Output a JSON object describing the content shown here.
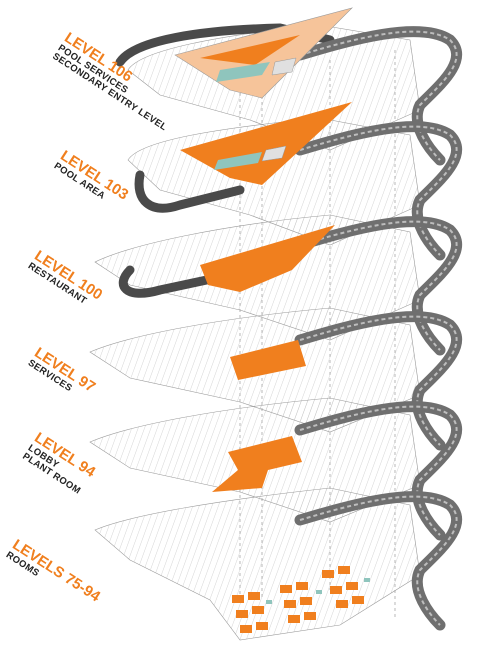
{
  "colors": {
    "accent": "#f07f1e",
    "slab": "#d6d6d6",
    "road": "#6f6f6f",
    "road_dark": "#3a3a3a",
    "pool": "#8fc5bd",
    "peach": "#f6c49a",
    "text": "#222222"
  },
  "levels": [
    {
      "title": "LEVEL 106",
      "lines": [
        "POOL SERVICES",
        "SECONDARY ENTRY LEVEL"
      ]
    },
    {
      "title": "LEVEL 103",
      "lines": [
        "POOL AREA"
      ]
    },
    {
      "title": "LEVEL 100",
      "lines": [
        "RESTAURANT"
      ]
    },
    {
      "title": "LEVEL 97",
      "lines": [
        "SERVICES"
      ]
    },
    {
      "title": "LEVEL 94",
      "lines": [
        "LOBBY",
        "PLANT ROOM"
      ]
    },
    {
      "title": "LEVELS 75-94",
      "lines": [
        "ROOMS"
      ]
    }
  ]
}
